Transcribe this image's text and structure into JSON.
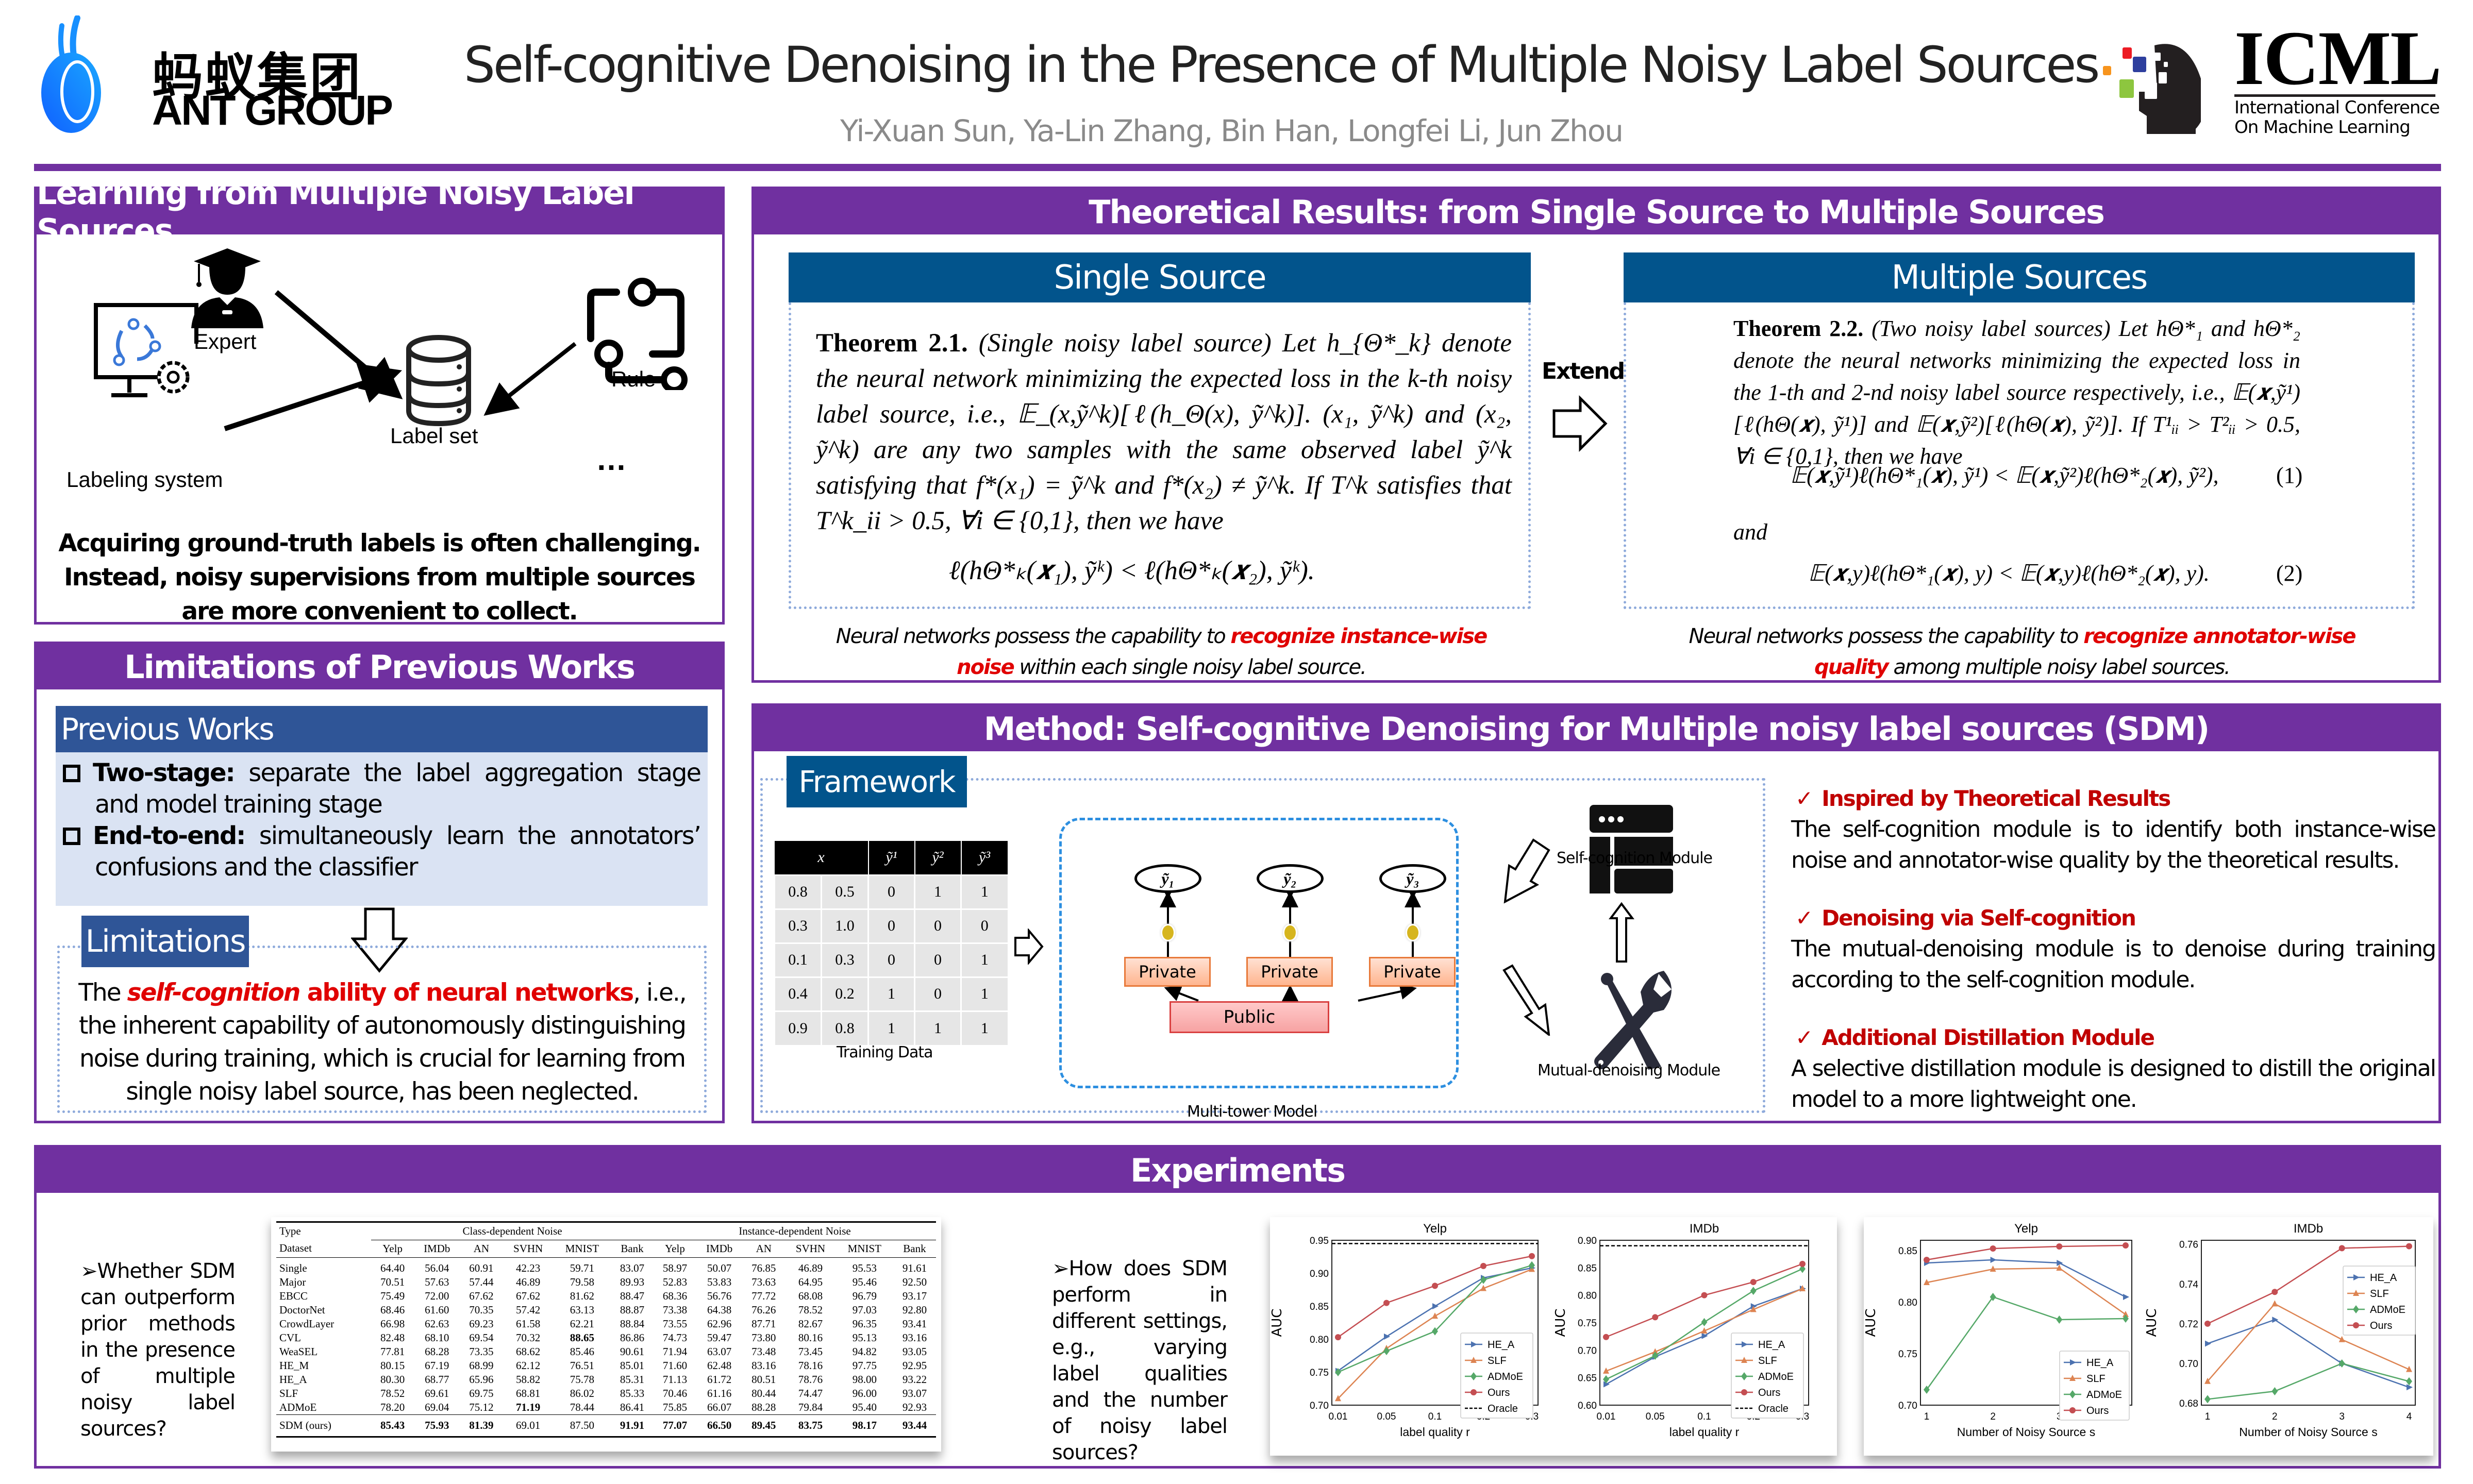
{
  "header": {
    "logo_cn": "蚂蚁集团",
    "logo_en": "ANT GROUP",
    "title": "Self-cognitive Denoising in the Presence of Multiple Noisy Label Sources",
    "authors": "Yi-Xuan Sun, Ya-Lin Zhang, Bin Han, Longfei Li, Jun Zhou",
    "conf_logo": "ICML",
    "conf_line1": "International Conference",
    "conf_line2": "On Machine Learning",
    "accent_color": "#7030a0"
  },
  "learning": {
    "title": "Learning from Multiple Noisy Label Sources",
    "expert": "Expert",
    "rule": "Rule",
    "label_set": "Label set",
    "labeling_system": "Labeling system",
    "ellipsis": "…",
    "text_l1": "Acquiring ground-truth labels is often challenging.",
    "text_l2": "Instead, noisy supervisions from multiple sources",
    "text_l3": "are more convenient to collect."
  },
  "limitations": {
    "title": "Limitations of Previous Works",
    "previous_works": "Previous Works",
    "items": [
      {
        "bold": "Two-stage:",
        "text": " separate the label aggregation stage and model training stage"
      },
      {
        "bold": "End-to-end:",
        "text": " simultaneously learn the annotators’ confusions and the classifier"
      }
    ],
    "limitations_label": "Limitations",
    "lim_pre": "The ",
    "lim_italic": "self-cognition",
    "lim_red": " ability of neural networks",
    "lim_post": ", i.e., the inherent capability of autonomously distinguishing noise during training, which is crucial for learning from single noisy label source, has been neglected."
  },
  "theory": {
    "title": "Theoretical Results: from Single Source to Multiple Sources",
    "single_title": "Single Source",
    "multi_title": "Multiple Sources",
    "extend": "Extend",
    "thm1_label": "Theorem 2.1.",
    "thm1_text": " (Single noisy label source) Let h_{Θ*_k} denote the neural network minimizing the expected loss in the k-th noisy label source, i.e., 𝔼_(x,ỹ^k)[ℓ(h_Θ(x), ỹ^k)]. (x₁, ỹ^k) and (x₂, ỹ^k) are any two samples with the same observed label ỹ^k satisfying that f*(x₁) = ỹ^k and f*(x₂) ≠ ỹ^k. If T^k satisfies that T^k_ii > 0.5, ∀i ∈ {0,1}, then we have",
    "thm1_eq": "ℓ(hΘ*ₖ(𝒙₁), ỹᵏ) < ℓ(hΘ*ₖ(𝒙₂), ỹᵏ).",
    "thm2_label": "Theorem 2.2.",
    "thm2_text": " (Two noisy label sources) Let hΘ*₁ and hΘ*₂ denote the neural networks minimizing the expected loss in the 1-th and 2-nd noisy label source respectively, i.e., 𝔼(𝒙,ỹ¹)[ℓ(hΘ(𝒙), ỹ¹)] and 𝔼(𝒙,ỹ²)[ℓ(hΘ(𝒙), ỹ²)]. If T¹ᵢᵢ > T²ᵢᵢ > 0.5, ∀i ∈ {0,1}, then we have",
    "thm2_eq1": "𝔼(𝒙,ỹ¹)ℓ(hΘ*₁(𝒙), ỹ¹) < 𝔼(𝒙,ỹ²)ℓ(hΘ*₂(𝒙), ỹ²),",
    "thm2_eq1_num": "(1)",
    "thm2_and": "and",
    "thm2_eq2": "𝔼(𝒙,y)ℓ(hΘ*₁(𝒙), y) < 𝔼(𝒙,y)ℓ(hΘ*₂(𝒙), y).",
    "thm2_eq2_num": "(2)",
    "cap1_pre": "Neural networks possess the capability to ",
    "cap1_red": "recognize instance-wise noise",
    "cap1_post": " within each single noisy label source.",
    "cap2_pre": "Neural networks possess the capability to ",
    "cap2_red": "recognize annotator-wise quality",
    "cap2_post": " among multiple noisy label sources."
  },
  "method": {
    "title": "Method: Self-cognitive Denoising for Multiple noisy label sources (SDM)",
    "framework": "Framework",
    "training_table": {
      "headers": [
        "x",
        "ỹ¹",
        "ỹ²",
        "ỹ³"
      ],
      "rows": [
        [
          "0.8",
          "0.5",
          "0",
          "1",
          "1"
        ],
        [
          "0.3",
          "1.0",
          "0",
          "0",
          "0"
        ],
        [
          "0.1",
          "0.3",
          "0",
          "0",
          "1"
        ],
        [
          "0.4",
          "0.2",
          "1",
          "0",
          "1"
        ],
        [
          "0.9",
          "0.8",
          "1",
          "1",
          "1"
        ]
      ],
      "caption": "Training Data"
    },
    "outputs": [
      "ỹ₁",
      "ỹ₂",
      "ỹ₃"
    ],
    "private": "Private",
    "public": "Public",
    "multi_tower": "Multi-tower Model",
    "self_cognition_module": "Self-cognition Module",
    "mutual_denoising_module": "Mutual-denoising Module",
    "bullets": [
      {
        "title": "Inspired by Theoretical Results",
        "text": "The self-cognition module is to identify both instance-wise noise and annotator-wise quality by the theoretical results."
      },
      {
        "title": "Denoising via Self-cognition",
        "text": "The mutual-denoising module is to denoise during training according to the self-cognition module."
      },
      {
        "title": "Additional Distillation Module",
        "text": "A selective distillation module is designed to distill the original model to a more lightweight one."
      }
    ],
    "check": "✓"
  },
  "experiments": {
    "title": "Experiments",
    "q1": "Whether SDM can outperform prior methods in the presence of multiple noisy label sources?",
    "q2": "How does SDM perform in different settings, e.g., varying label qualities and the number of noisy label sources?",
    "results_table": {
      "type_label": "Type",
      "group1": "Class-dependent Noise",
      "group2": "Instance-dependent Noise",
      "dataset_label": "Dataset",
      "columns": [
        "Yelp",
        "IMDb",
        "AN",
        "SVHN",
        "MNIST",
        "Bank",
        "Yelp",
        "IMDb",
        "AN",
        "SVHN",
        "MNIST",
        "Bank"
      ],
      "rows": [
        {
          "name": "Single",
          "values": [
            "64.40",
            "56.04",
            "60.91",
            "42.23",
            "59.71",
            "83.07",
            "58.97",
            "50.07",
            "76.85",
            "46.89",
            "95.53",
            "91.61"
          ],
          "bold": []
        },
        {
          "name": "Major",
          "values": [
            "70.51",
            "57.63",
            "57.44",
            "46.89",
            "79.58",
            "89.93",
            "52.83",
            "53.83",
            "73.63",
            "64.95",
            "95.46",
            "92.50"
          ],
          "bold": []
        },
        {
          "name": "EBCC",
          "values": [
            "75.49",
            "72.00",
            "67.62",
            "67.62",
            "81.62",
            "88.47",
            "68.36",
            "56.76",
            "77.72",
            "68.08",
            "96.79",
            "93.17"
          ],
          "bold": []
        },
        {
          "name": "DoctorNet",
          "values": [
            "68.46",
            "61.60",
            "70.35",
            "57.42",
            "63.13",
            "88.87",
            "73.38",
            "64.38",
            "76.26",
            "78.52",
            "97.03",
            "92.80"
          ],
          "bold": []
        },
        {
          "name": "CrowdLayer",
          "values": [
            "66.98",
            "62.63",
            "69.23",
            "61.58",
            "62.21",
            "88.84",
            "73.55",
            "62.96",
            "87.71",
            "82.67",
            "96.35",
            "93.41"
          ],
          "bold": []
        },
        {
          "name": "CVL",
          "values": [
            "82.48",
            "68.10",
            "69.54",
            "70.32",
            "88.65",
            "86.86",
            "74.73",
            "59.47",
            "73.80",
            "80.16",
            "95.13",
            "93.16"
          ],
          "bold": [
            4
          ]
        },
        {
          "name": "WeaSEL",
          "values": [
            "77.81",
            "68.28",
            "73.35",
            "68.62",
            "85.46",
            "90.61",
            "71.94",
            "63.07",
            "73.48",
            "73.45",
            "94.82",
            "93.05"
          ],
          "bold": []
        },
        {
          "name": "HE_M",
          "values": [
            "80.15",
            "67.19",
            "68.99",
            "62.12",
            "76.51",
            "85.01",
            "71.60",
            "62.48",
            "83.16",
            "78.16",
            "97.75",
            "92.95"
          ],
          "bold": []
        },
        {
          "name": "HE_A",
          "values": [
            "80.30",
            "68.77",
            "65.96",
            "58.82",
            "75.78",
            "85.31",
            "71.13",
            "61.72",
            "80.51",
            "78.76",
            "98.00",
            "93.22"
          ],
          "bold": []
        },
        {
          "name": "SLF",
          "values": [
            "78.52",
            "69.61",
            "69.75",
            "68.81",
            "86.02",
            "85.33",
            "70.46",
            "61.16",
            "80.44",
            "74.47",
            "96.00",
            "93.07"
          ],
          "bold": []
        },
        {
          "name": "ADMoE",
          "values": [
            "78.20",
            "69.04",
            "75.12",
            "71.19",
            "78.44",
            "86.41",
            "75.85",
            "66.07",
            "88.28",
            "79.84",
            "95.40",
            "92.93"
          ],
          "bold": [
            3
          ]
        }
      ],
      "ours": {
        "name": "SDM (ours)",
        "values": [
          "85.43",
          "75.93",
          "81.39",
          "69.01",
          "87.50",
          "91.91",
          "77.07",
          "66.50",
          "89.45",
          "83.75",
          "98.17",
          "93.44"
        ],
        "bold": [
          0,
          1,
          2,
          5,
          6,
          7,
          8,
          9,
          10,
          11
        ]
      }
    }
  },
  "chart_data": [
    {
      "type": "line",
      "title": "Yelp",
      "xlabel": "label quality r",
      "ylabel": "AUC",
      "x": [
        "0.01",
        "0.05",
        "0.1",
        "0.2",
        "0.3"
      ],
      "ylim": [
        0.7,
        0.95
      ],
      "yticks": [
        0.7,
        0.75,
        0.8,
        0.85,
        0.9,
        0.95
      ],
      "legend": "center-right",
      "series": [
        {
          "name": "HE_A",
          "color": "#4c72b0",
          "marker": "tri-right",
          "values": [
            0.752,
            0.804,
            0.85,
            0.893,
            0.908
          ]
        },
        {
          "name": "SLF",
          "color": "#dd8452",
          "marker": "tri-up",
          "values": [
            0.71,
            0.786,
            0.835,
            0.877,
            0.906
          ]
        },
        {
          "name": "ADMoE",
          "color": "#55a868",
          "marker": "diamond",
          "values": [
            0.75,
            0.782,
            0.812,
            0.89,
            0.912
          ]
        },
        {
          "name": "Ours",
          "color": "#c44e52",
          "marker": "circle",
          "values": [
            0.803,
            0.855,
            0.881,
            0.911,
            0.926
          ]
        }
      ],
      "oracle": {
        "name": "Oracle",
        "value": 0.945
      }
    },
    {
      "type": "line",
      "title": "IMDb",
      "xlabel": "label quality r",
      "ylabel": "AUC",
      "x": [
        "0.01",
        "0.05",
        "0.1",
        "0.2",
        "0.3"
      ],
      "ylim": [
        0.6,
        0.9
      ],
      "yticks": [
        0.6,
        0.65,
        0.7,
        0.75,
        0.8,
        0.85,
        0.9
      ],
      "legend": "center-right",
      "series": [
        {
          "name": "HE_A",
          "color": "#4c72b0",
          "marker": "tri-right",
          "values": [
            0.638,
            0.688,
            0.726,
            0.78,
            0.812
          ]
        },
        {
          "name": "SLF",
          "color": "#dd8452",
          "marker": "tri-up",
          "values": [
            0.662,
            0.697,
            0.735,
            0.774,
            0.812
          ]
        },
        {
          "name": "ADMoE",
          "color": "#55a868",
          "marker": "diamond",
          "values": [
            0.647,
            0.69,
            0.751,
            0.808,
            0.848
          ]
        },
        {
          "name": "Ours",
          "color": "#c44e52",
          "marker": "circle",
          "values": [
            0.724,
            0.76,
            0.8,
            0.824,
            0.857
          ]
        }
      ],
      "oracle": {
        "name": "Oracle",
        "value": 0.89
      }
    },
    {
      "type": "line",
      "title": "Yelp",
      "xlabel": "Number of Noisy Source s",
      "ylabel": "AUC",
      "x": [
        "1",
        "2",
        "3",
        "4"
      ],
      "ylim": [
        0.7,
        0.86
      ],
      "yticks": [
        0.7,
        0.75,
        0.8,
        0.85
      ],
      "legend": "lower-right",
      "series": [
        {
          "name": "HE_A",
          "color": "#4c72b0",
          "marker": "tri-right",
          "values": [
            0.838,
            0.841,
            0.838,
            0.805
          ]
        },
        {
          "name": "SLF",
          "color": "#dd8452",
          "marker": "tri-up",
          "values": [
            0.819,
            0.832,
            0.833,
            0.788
          ]
        },
        {
          "name": "ADMoE",
          "color": "#55a868",
          "marker": "diamond",
          "values": [
            0.715,
            0.805,
            0.783,
            0.784
          ]
        },
        {
          "name": "Ours",
          "color": "#c44e52",
          "marker": "circle",
          "values": [
            0.841,
            0.852,
            0.854,
            0.855
          ]
        }
      ]
    },
    {
      "type": "line",
      "title": "IMDb",
      "xlabel": "Number of Noisy Source s",
      "ylabel": "AUC",
      "x": [
        "1",
        "2",
        "3",
        "4"
      ],
      "ylim": [
        0.679,
        0.762
      ],
      "yticks": [
        0.68,
        0.7,
        0.72,
        0.74,
        0.76
      ],
      "legend": "upper-right",
      "series": [
        {
          "name": "HE_A",
          "color": "#4c72b0",
          "marker": "tri-right",
          "values": [
            0.71,
            0.722,
            0.7,
            0.688
          ]
        },
        {
          "name": "SLF",
          "color": "#dd8452",
          "marker": "tri-up",
          "values": [
            0.691,
            0.73,
            0.712,
            0.697
          ]
        },
        {
          "name": "ADMoE",
          "color": "#55a868",
          "marker": "diamond",
          "values": [
            0.682,
            0.686,
            0.7,
            0.691
          ]
        },
        {
          "name": "Ours",
          "color": "#c44e52",
          "marker": "circle",
          "values": [
            0.72,
            0.736,
            0.758,
            0.759
          ]
        }
      ]
    }
  ]
}
